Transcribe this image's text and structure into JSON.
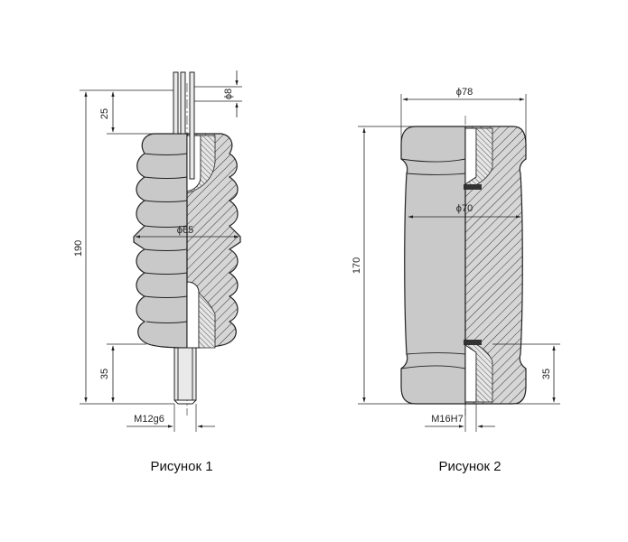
{
  "figure1": {
    "caption": "Рисунок 1",
    "dim_total": "190",
    "dim_top": "25",
    "dim_bottom": "35",
    "dim_diameter": "ϕ65",
    "dim_rod": "ϕ8",
    "thread": "M12g6"
  },
  "figure2": {
    "caption": "Рисунок 2",
    "dim_total": "170",
    "dim_bottom": "35",
    "dim_outer": "ϕ78",
    "dim_inner": "ϕ70",
    "thread": "M16H7"
  }
}
